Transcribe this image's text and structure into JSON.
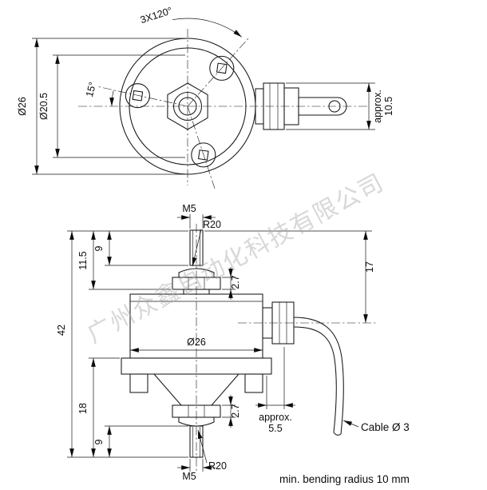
{
  "watermark": "广州众鑫自动化科技有限公司",
  "top_view": {
    "pattern_label": "3X120°",
    "angle_label": "15°",
    "outer_diameter": "Ø26",
    "bolt_circle_diameter": "Ø20.5",
    "gland_approx_word": "approx.",
    "gland_approx_value": "10.5"
  },
  "side_view": {
    "top_thread": "M5",
    "top_radius": "R20",
    "dim_stud_to_nut": "11.5",
    "dim_top_stud_length": "9",
    "dim_top_nut_thickness": "2.7",
    "dim_top_to_cable_axis": "17",
    "dim_overall_height": "42",
    "body_diameter": "Ø26",
    "dim_base_to_stud_end": "18",
    "dim_bottom_stud_length": "9",
    "dim_bottom_nut_thickness": "2.7",
    "bottom_thread": "M5",
    "bottom_radius": "R20",
    "gland_approx_word": "approx.",
    "gland_approx_value": "5.5",
    "cable_label": "Cable Ø 3",
    "bend_note": "min. bending radius 10 mm"
  }
}
